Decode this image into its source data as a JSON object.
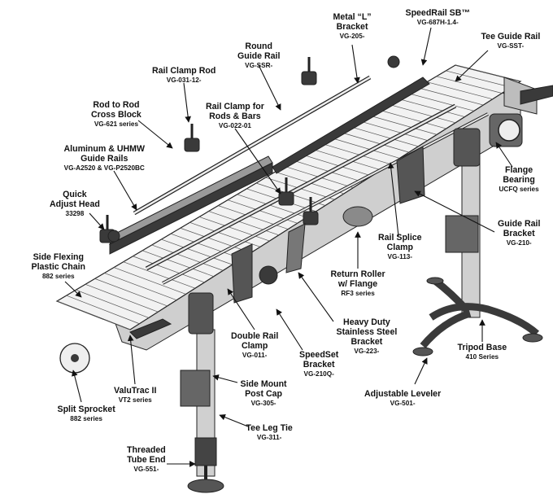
{
  "diagram": {
    "callouts": [
      {
        "id": "metal-l-bracket",
        "lines": [
          "Metal “L”",
          "Bracket"
        ],
        "part": "VG-205-"
      },
      {
        "id": "speedrail-sb",
        "lines": [
          "SpeedRail SB™"
        ],
        "part": "VG-687H-1.4-"
      },
      {
        "id": "round-guide-rail",
        "lines": [
          "Round",
          "Guide Rail"
        ],
        "part": "VG-SSR-"
      },
      {
        "id": "tee-guide-rail",
        "lines": [
          "Tee Guide Rail"
        ],
        "part": "VG-SST-"
      },
      {
        "id": "rail-clamp-rod",
        "lines": [
          "Rail Clamp Rod"
        ],
        "part": "VG-031-12-"
      },
      {
        "id": "rod-to-rod-cross-block",
        "lines": [
          "Rod to Rod",
          "Cross Block"
        ],
        "part": "VG-621 series"
      },
      {
        "id": "rail-clamp-for-rods",
        "lines": [
          "Rail Clamp for",
          "Rods & Bars"
        ],
        "part": "VG-022-01"
      },
      {
        "id": "aluminum-uhmw-guide-rails",
        "lines": [
          "Aluminum & UHMW",
          "Guide Rails"
        ],
        "part": "VG-A2520 & VG-P2520BC"
      },
      {
        "id": "flange-bearing",
        "lines": [
          "Flange",
          "Bearing"
        ],
        "part": "UCFQ series"
      },
      {
        "id": "quick-adjust-head",
        "lines": [
          "Quick",
          "Adjust Head"
        ],
        "part": "33298"
      },
      {
        "id": "guide-rail-bracket",
        "lines": [
          "Guide Rail",
          "Bracket"
        ],
        "part": "VG-210-"
      },
      {
        "id": "rail-splice-clamp",
        "lines": [
          "Rail Splice",
          "Clamp"
        ],
        "part": "VG-113-"
      },
      {
        "id": "side-flexing-plastic-chain",
        "lines": [
          "Side Flexing",
          "Plastic Chain"
        ],
        "part": "882 series"
      },
      {
        "id": "return-roller",
        "lines": [
          "Return Roller",
          "w/ Flange"
        ],
        "part": "RF3 series"
      },
      {
        "id": "heavy-duty-bracket",
        "lines": [
          "Heavy Duty",
          "Stainless Steel",
          "Bracket"
        ],
        "part": "VG-223-"
      },
      {
        "id": "double-rail-clamp",
        "lines": [
          "Double Rail",
          "Clamp"
        ],
        "part": "VG-011-"
      },
      {
        "id": "speedset-bracket",
        "lines": [
          "SpeedSet",
          "Bracket"
        ],
        "part": "VG-210Q-"
      },
      {
        "id": "tripod-base",
        "lines": [
          "Tripod Base"
        ],
        "part": "410 Series"
      },
      {
        "id": "valutrac-ii",
        "lines": [
          "ValuTrac II"
        ],
        "part": "VT2 series"
      },
      {
        "id": "side-mount-post-cap",
        "lines": [
          "Side Mount",
          "Post Cap"
        ],
        "part": "VG-305-"
      },
      {
        "id": "adjustable-leveler",
        "lines": [
          "Adjustable Leveler"
        ],
        "part": "VG-501-"
      },
      {
        "id": "split-sprocket",
        "lines": [
          "Split Sprocket"
        ],
        "part": "882 series"
      },
      {
        "id": "tee-leg-tie",
        "lines": [
          "Tee Leg Tie"
        ],
        "part": "VG-311-"
      },
      {
        "id": "threaded-tube-end",
        "lines": [
          "Threaded",
          "Tube End"
        ],
        "part": "VG-551-"
      }
    ]
  },
  "colors": {
    "steel": "#d9d9d9",
    "chain": "#f2f2f2",
    "dark": "#3a3a3a",
    "outline": "#222222"
  }
}
